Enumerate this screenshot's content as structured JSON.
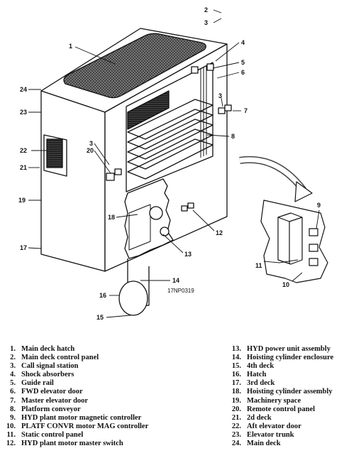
{
  "figure": {
    "figure_id": "17NP0319",
    "callouts": [
      "1",
      "2",
      "3",
      "4",
      "5",
      "6",
      "7",
      "3",
      "8",
      "3",
      "20",
      "22",
      "21",
      "19",
      "18",
      "12",
      "13",
      "17",
      "14",
      "16",
      "15",
      "9",
      "11",
      "10",
      "23",
      "24"
    ]
  },
  "legend": [
    {
      "num": "1.",
      "text": "Main deck hatch"
    },
    {
      "num": "2.",
      "text": "Main deck control panel"
    },
    {
      "num": "3.",
      "text": "Call signal station"
    },
    {
      "num": "4.",
      "text": "Shock absorbers"
    },
    {
      "num": "5.",
      "text": "Guide rail"
    },
    {
      "num": "6.",
      "text": "FWD elevator door"
    },
    {
      "num": "7.",
      "text": "Master elevator door"
    },
    {
      "num": "8.",
      "text": "Platform conveyor"
    },
    {
      "num": "9.",
      "text": "HYD plant motor magnetic controller"
    },
    {
      "num": "10.",
      "text": "PLATF CONVR motor MAG controller"
    },
    {
      "num": "11.",
      "text": "Static control panel"
    },
    {
      "num": "12.",
      "text": "HYD plant motor master switch"
    },
    {
      "num": "13.",
      "text": "HYD power unit assembly"
    },
    {
      "num": "14.",
      "text": "Hoisting cylinder enclosure"
    },
    {
      "num": "15.",
      "text": "4th deck"
    },
    {
      "num": "16.",
      "text": "Hatch"
    },
    {
      "num": "17.",
      "text": "3rd deck"
    },
    {
      "num": "18.",
      "text": "Hoisting cylinder assembly"
    },
    {
      "num": "19.",
      "text": "Machinery space"
    },
    {
      "num": "20.",
      "text": "Remote control panel"
    },
    {
      "num": "21.",
      "text": "2d deck"
    },
    {
      "num": "22.",
      "text": "Aft elevator door"
    },
    {
      "num": "23.",
      "text": "Elevator trunk"
    },
    {
      "num": "24.",
      "text": "Main deck"
    }
  ]
}
